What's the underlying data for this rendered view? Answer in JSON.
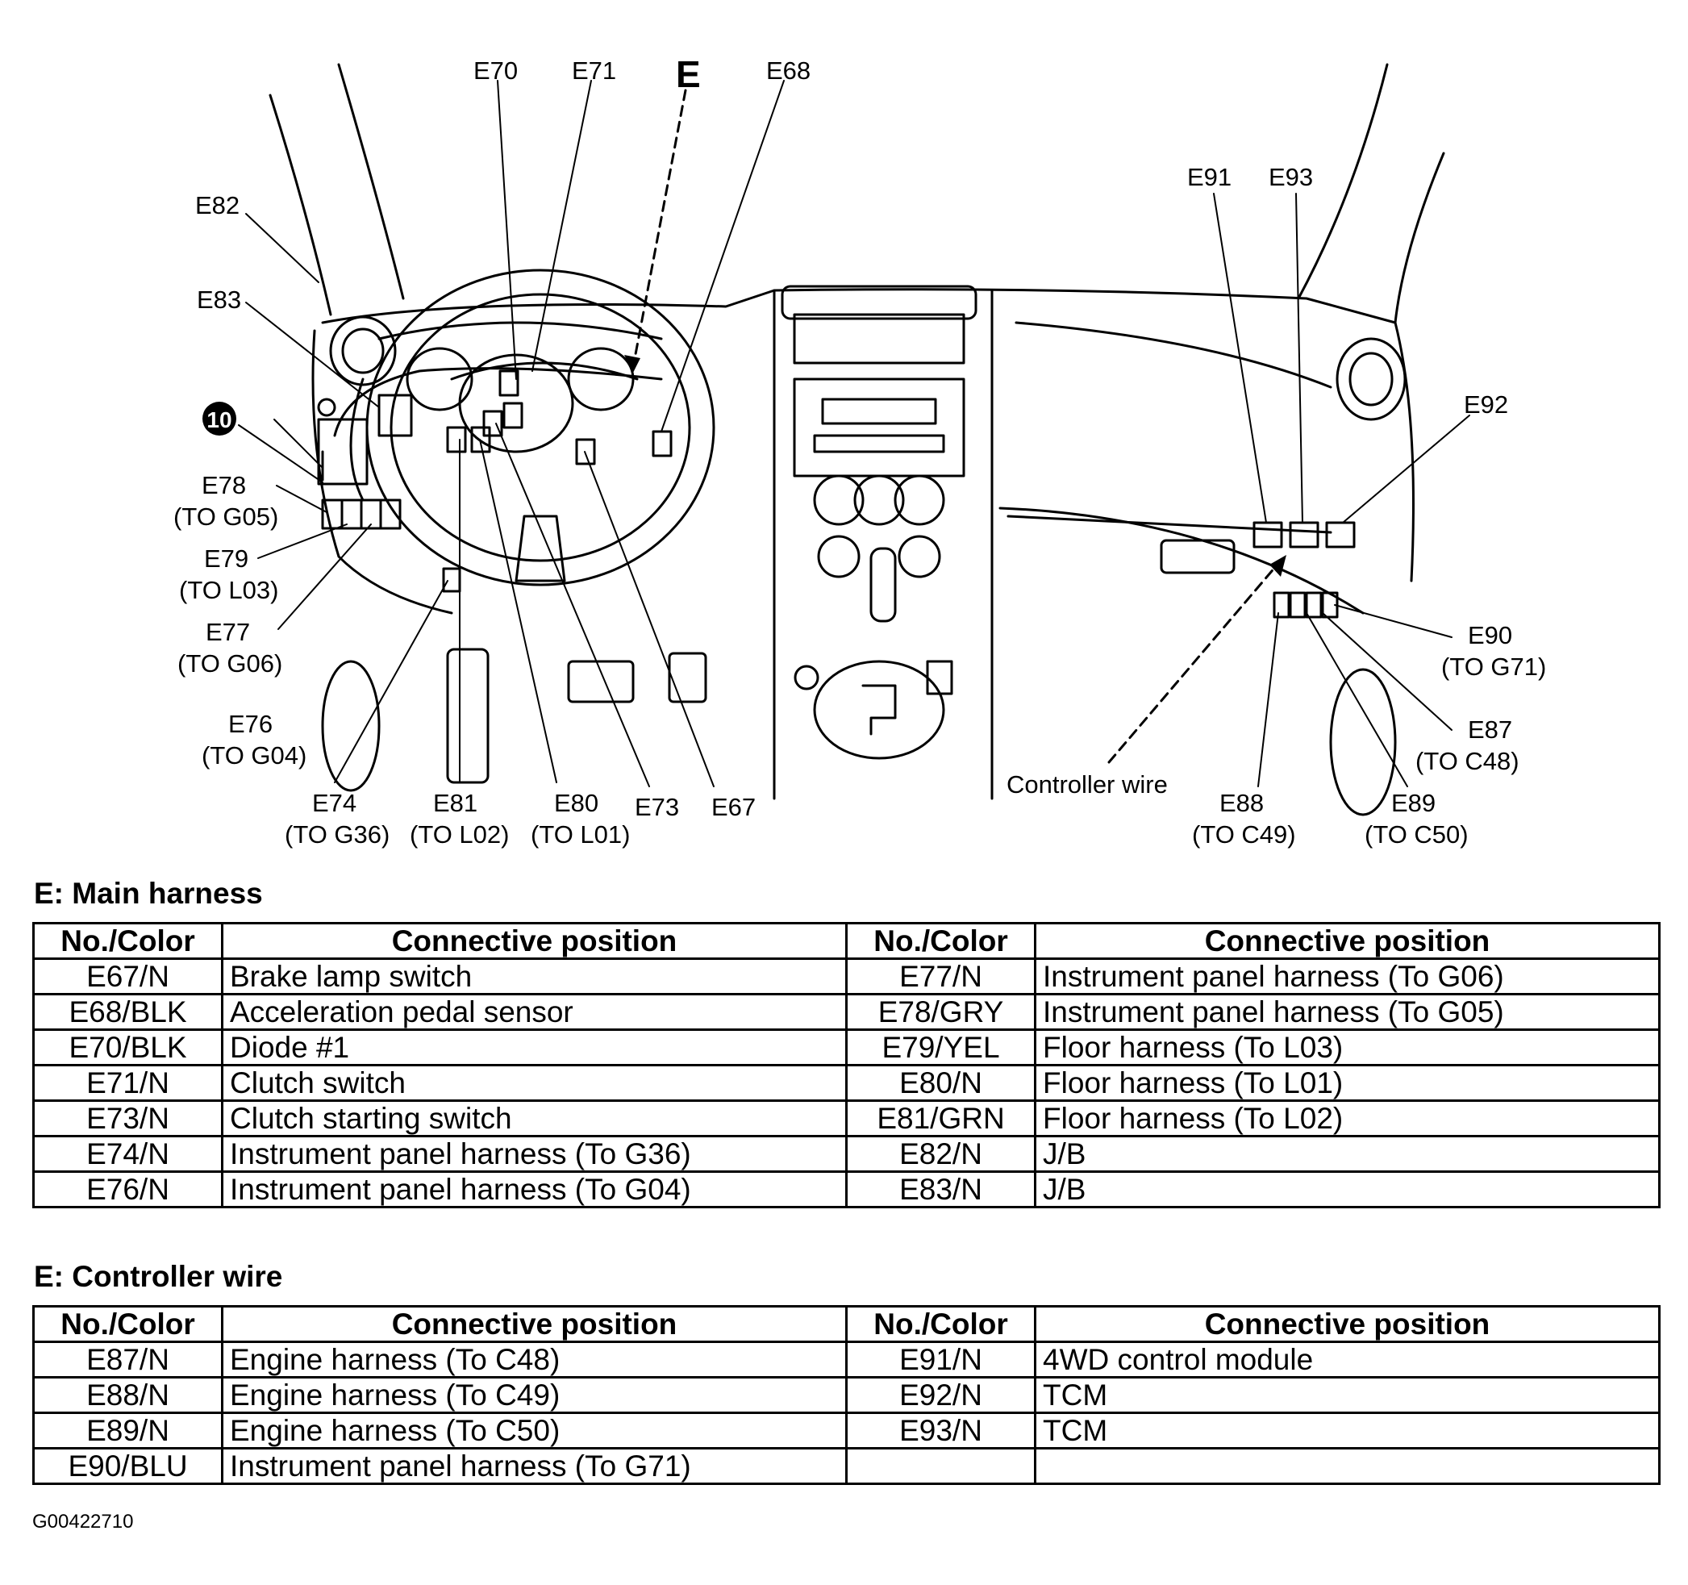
{
  "diagram": {
    "section_marker": "E",
    "badge": "10",
    "labels": {
      "e70": "E70",
      "e71": "E71",
      "e68": "E68",
      "e82": "E82",
      "e83": "E83",
      "e78": "E78",
      "e78_to": "(TO G05)",
      "e79": "E79",
      "e79_to": "(TO L03)",
      "e77": "E77",
      "e77_to": "(TO G06)",
      "e76": "E76",
      "e76_to": "(TO G04)",
      "e74": "E74",
      "e74_to": "(TO G36)",
      "e81": "E81",
      "e81_to": "(TO L02)",
      "e80": "E80",
      "e80_to": "(TO L01)",
      "e73": "E73",
      "e67": "E67",
      "e91": "E91",
      "e93": "E93",
      "e92": "E92",
      "e90": "E90",
      "e90_to": "(TO G71)",
      "e87": "E87",
      "e87_to": "(TO C48)",
      "e88": "E88",
      "e88_to": "(TO C49)",
      "e89": "E89",
      "e89_to": "(TO C50)",
      "controller_wire": "Controller wire"
    }
  },
  "main_harness": {
    "title": "E: Main harness",
    "headers": [
      "No./Color",
      "Connective position",
      "No./Color",
      "Connective position"
    ],
    "rows": [
      [
        "E67/N",
        "Brake lamp switch",
        "E77/N",
        "Instrument panel harness (To G06)"
      ],
      [
        "E68/BLK",
        "Acceleration pedal sensor",
        "E78/GRY",
        "Instrument panel harness (To G05)"
      ],
      [
        "E70/BLK",
        "Diode #1",
        "E79/YEL",
        "Floor harness (To L03)"
      ],
      [
        "E71/N",
        "Clutch switch",
        "E80/N",
        "Floor harness (To L01)"
      ],
      [
        "E73/N",
        "Clutch starting switch",
        "E81/GRN",
        "Floor harness (To L02)"
      ],
      [
        "E74/N",
        "Instrument panel harness (To G36)",
        "E82/N",
        "J/B"
      ],
      [
        "E76/N",
        "Instrument panel harness (To G04)",
        "E83/N",
        "J/B"
      ]
    ]
  },
  "controller_wire": {
    "title": "E: Controller wire",
    "headers": [
      "No./Color",
      "Connective position",
      "No./Color",
      "Connective position"
    ],
    "rows": [
      [
        "E87/N",
        "Engine harness (To C48)",
        "E91/N",
        "4WD control module"
      ],
      [
        "E88/N",
        "Engine harness (To C49)",
        "E92/N",
        "TCM"
      ],
      [
        "E89/N",
        "Engine harness (To C50)",
        "E93/N",
        "TCM"
      ],
      [
        "E90/BLU",
        "Instrument panel harness (To G71)",
        "",
        ""
      ]
    ]
  },
  "figure_id": "G00422710"
}
